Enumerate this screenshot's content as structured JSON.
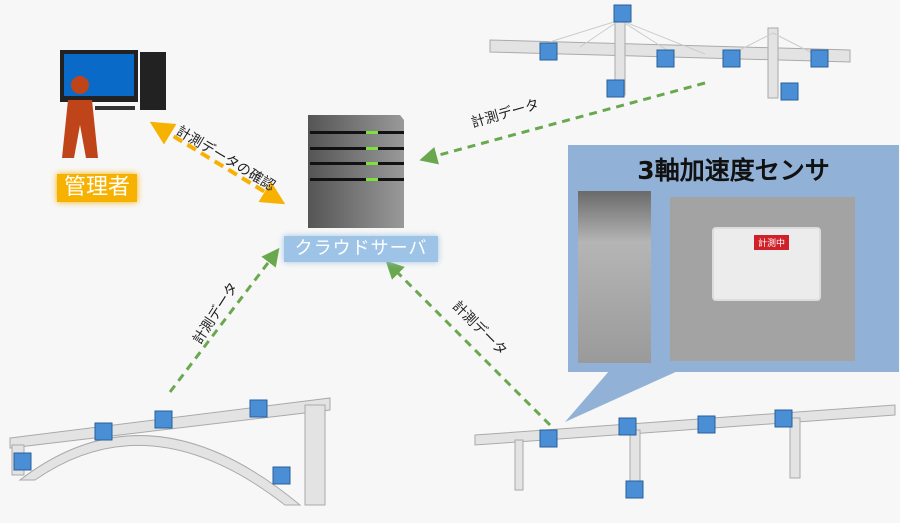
{
  "admin": {
    "label": "管理者"
  },
  "server": {
    "label": "クラウドサーバ"
  },
  "arrows": {
    "admin_server": "計測データの確認",
    "top_bridge": "計測データ",
    "left_bridge": "計測データ",
    "right_bridge": "計測データ"
  },
  "sensor_callout": {
    "title": "3軸加速度センサ",
    "device_tag": "計測中"
  },
  "colors": {
    "sensor": "#4a8fd6",
    "data_arrow": "#6aa84f",
    "confirm_arrow": "#f7b100",
    "callout": "#92b1d7"
  }
}
